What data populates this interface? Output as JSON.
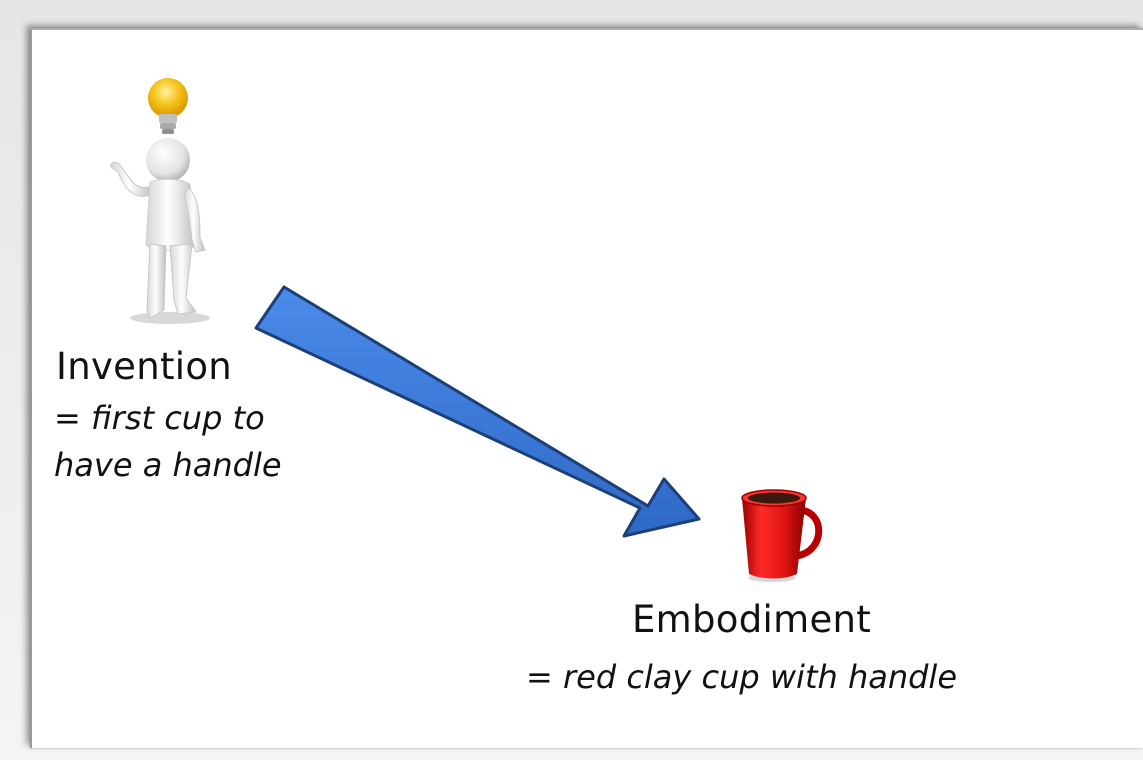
{
  "invention": {
    "title": "Invention",
    "note_line1": "= first cup to",
    "note_line2": "have a handle"
  },
  "embodiment": {
    "title": "Embodiment",
    "note": "= red clay cup with handle"
  },
  "colors": {
    "arrow_fill": "#3a78d8",
    "arrow_stroke": "#1d3f77",
    "cup_red": "#e11414",
    "bulb_yellow": "#f6c21a",
    "figure_white": "#f2f2f2"
  },
  "icons": [
    "person-with-lightbulb-icon",
    "arrow-icon",
    "red-cup-icon"
  ]
}
